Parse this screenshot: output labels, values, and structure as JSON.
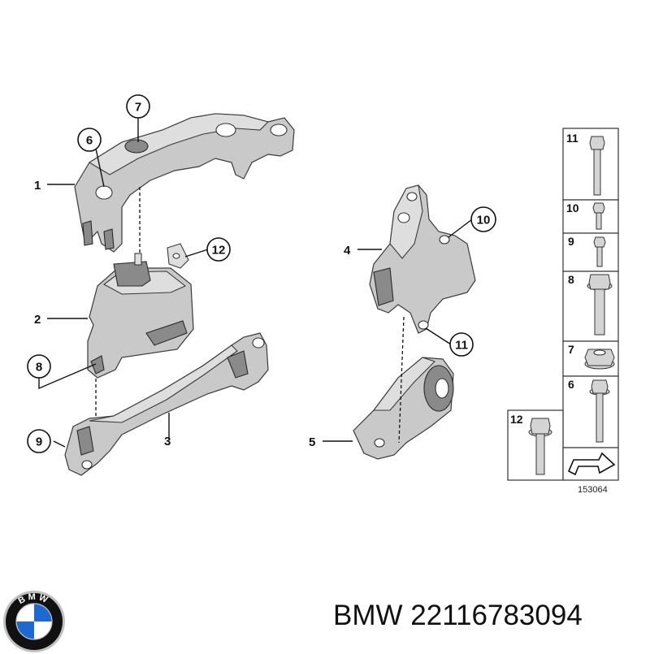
{
  "callouts": {
    "c1": "1",
    "c2": "2",
    "c3": "3",
    "c4": "4",
    "c5": "5",
    "c6": "6",
    "c7": "7",
    "c8": "8",
    "c9": "9",
    "c10": "10",
    "c11": "11",
    "c12": "12"
  },
  "panel": {
    "items": [
      "11",
      "10",
      "9",
      "8",
      "7",
      "6",
      "12"
    ],
    "diagram_number": "153064"
  },
  "caption": "BMW 22116783094",
  "logo": {
    "letters": [
      "B",
      "M",
      "W"
    ],
    "colors": {
      "blue": "#1c69d4",
      "white": "#ffffff",
      "ring": "#111111",
      "rim": "#c0c0c0"
    }
  }
}
